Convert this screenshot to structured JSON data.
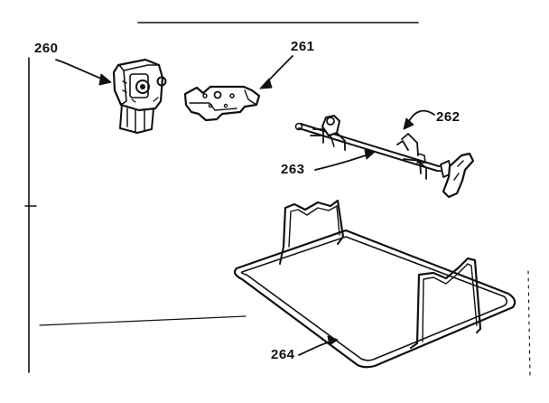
{
  "diagram": {
    "parts": [
      {
        "ref": "260",
        "part": "motor"
      },
      {
        "ref": "261",
        "part": "bracket"
      },
      {
        "ref": "262",
        "part": "fork"
      },
      {
        "ref": "263",
        "part": "spit-rod"
      },
      {
        "ref": "264",
        "part": "rack"
      }
    ],
    "colors": {
      "ink": "#111111",
      "paper": "#ffffff"
    }
  }
}
